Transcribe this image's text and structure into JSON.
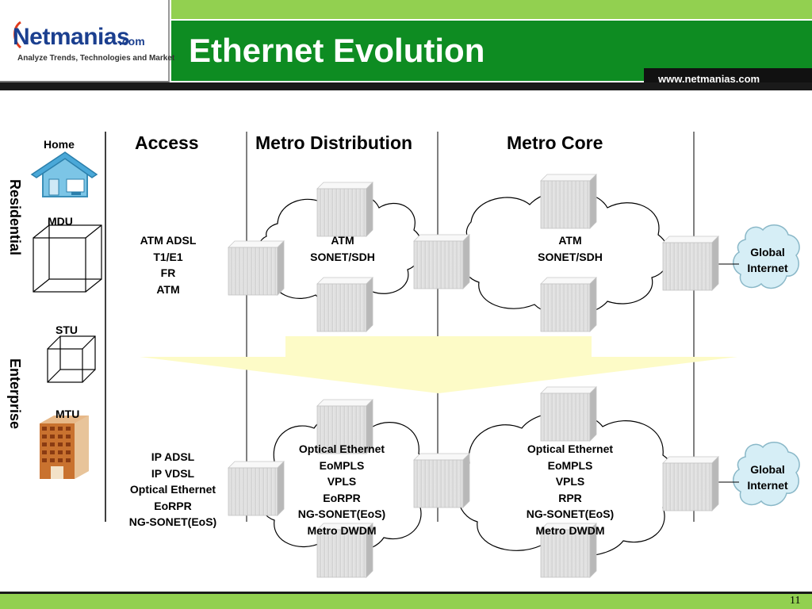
{
  "header": {
    "logo_main": "Netmanias",
    "logo_suffix": ".com",
    "logo_tagline": "Analyze Trends, Technologies and Market",
    "title": "Ethernet Evolution",
    "url": "www.netmanias.com"
  },
  "footer": {
    "page_number": "11"
  },
  "columns": {
    "access": "Access",
    "metro_distribution": "Metro Distribution",
    "metro_core": "Metro Core"
  },
  "customer_types": {
    "residential": "Residential",
    "enterprise": "Enterprise",
    "home": "Home",
    "mdu": "MDU",
    "stu": "STU",
    "mtu": "MTU"
  },
  "legacy": {
    "access_tech": [
      "ATM ADSL",
      "T1/E1",
      "FR",
      "ATM"
    ],
    "distribution_tech": [
      "ATM",
      "SONET/SDH"
    ],
    "core_tech": [
      "ATM",
      "SONET/SDH"
    ],
    "internet": [
      "Global",
      "Internet"
    ]
  },
  "ethernet": {
    "access_tech": [
      "IP ADSL",
      "IP VDSL",
      "Optical Ethernet",
      "EoRPR",
      "NG-SONET(EoS)"
    ],
    "distribution_tech": [
      "Optical Ethernet",
      "EoMPLS",
      "VPLS",
      "EoRPR",
      "NG-SONET(EoS)",
      "Metro DWDM"
    ],
    "core_tech": [
      "Optical Ethernet",
      "EoMPLS",
      "VPLS",
      "RPR",
      "NG-SONET(EoS)",
      "Metro DWDM"
    ],
    "internet": [
      "Global",
      "Internet"
    ]
  },
  "colors": {
    "header_green": "#0e8c22",
    "light_green": "#92d050",
    "arrow_yellow": "#fdfbc7",
    "cloud_fill": "#ffffff",
    "internet_cloud": "#d6eef6"
  }
}
